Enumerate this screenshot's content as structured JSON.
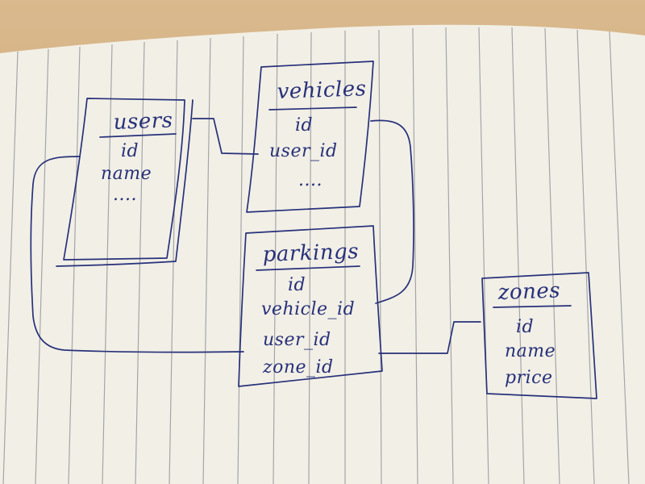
{
  "diagram": {
    "paper_color": "#f2efe6",
    "ink_color": "#27317a",
    "line_color": "#8b8d94",
    "tables": {
      "users": {
        "title": "users",
        "fields": [
          "id",
          "name",
          "...."
        ]
      },
      "vehicles": {
        "title": "vehicles",
        "fields": [
          "id",
          "user_id",
          "...."
        ]
      },
      "parkings": {
        "title": "parkings",
        "fields": [
          "id",
          "vehicle_id",
          "user_id",
          "zone_id"
        ]
      },
      "zones": {
        "title": "zones",
        "fields": [
          "id",
          "name",
          "price"
        ]
      }
    },
    "relations": [
      {
        "from": "users",
        "to": "vehicles"
      },
      {
        "from": "users",
        "to": "parkings"
      },
      {
        "from": "vehicles",
        "to": "parkings"
      },
      {
        "from": "parkings",
        "to": "zones"
      }
    ]
  }
}
